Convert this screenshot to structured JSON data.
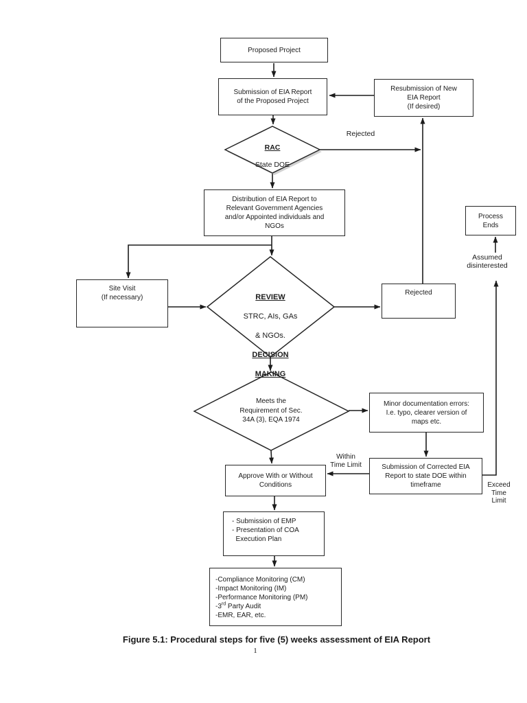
{
  "figure": {
    "caption": "Figure 5.1: Procedural steps for five (5) weeks assessment of EIA Report",
    "page_number": "1"
  },
  "nodes": {
    "proposed_project": "Proposed Project",
    "submission_eia": "Submission of EIA Report\nof the Proposed Project",
    "resubmission": "Resubmission of New\nEIA Report\n(If desired)",
    "distribution": "Distribution of EIA Report to\nRelevant Government Agencies\nand/or Appointed individuals and\nNGOs",
    "site_visit": "Site Visit\n(If necessary)",
    "rejected_box": "Rejected",
    "process_ends": "Process\nEnds",
    "minor_errors": "Minor documentation errors:\nI.e. typo, clearer version of\nmaps etc.",
    "corrected_submission": "Submission of Corrected EIA\nReport to state DOE within\ntimeframe",
    "approve": "Approve With or Without\nConditions",
    "emp": "- Submission of EMP\n- Presentation of COA\n  Execution Plan",
    "monitoring": {
      "line1": "-Compliance Monitoring (CM)",
      "line2": "-Impact Monitoring (IM)",
      "line3": "-Performance Monitoring (PM)",
      "line4_pre": "-3",
      "line4_sup": "rd",
      "line4_post": " Party Audit",
      "line5": "-EMR, EAR, etc."
    },
    "rac": {
      "title": "RAC",
      "subtitle": "State DOE"
    },
    "review": {
      "line1": "REVIEW",
      "line2": "STRC, AIs, GAs",
      "line3": "& NGOs.",
      "line4": "DECISION",
      "line5": "MAKING"
    },
    "meets": "Meets the\nRequirement of Sec.\n34A (3), EQA 1974"
  },
  "edge_labels": {
    "rejected": "Rejected",
    "within_time_limit": "Within\nTime Limit",
    "exceed_time_limit": "Exceed\nTime\nLimit",
    "assumed_disinterested": "Assumed\ndisinterested"
  },
  "colors": {
    "line": "#1c1c1c",
    "border": "#262626",
    "background": "#ffffff",
    "text": "#1a1a1a"
  }
}
